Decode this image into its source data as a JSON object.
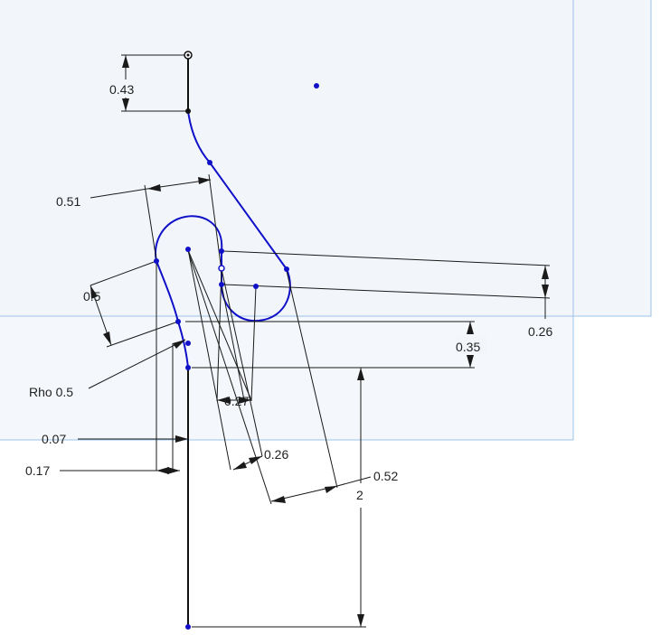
{
  "colors": {
    "plane_fill": "#f2f6fa",
    "plane_border": "#9cc3e6",
    "sketch_curve": "#1010c8",
    "constrained": "#111111",
    "dimension": "#1a1a1a"
  },
  "dimensions": {
    "d_043": "0.43",
    "d_051": "0.51",
    "d_05": "0.5",
    "rho": "Rho 0.5",
    "d_026_right": "0.26",
    "d_035": "0.35",
    "d_027": "0.27",
    "d_026_low": "0.26",
    "d_052": "0.52",
    "d_2": "2",
    "d_007": "0.07",
    "d_017": "0.17"
  }
}
